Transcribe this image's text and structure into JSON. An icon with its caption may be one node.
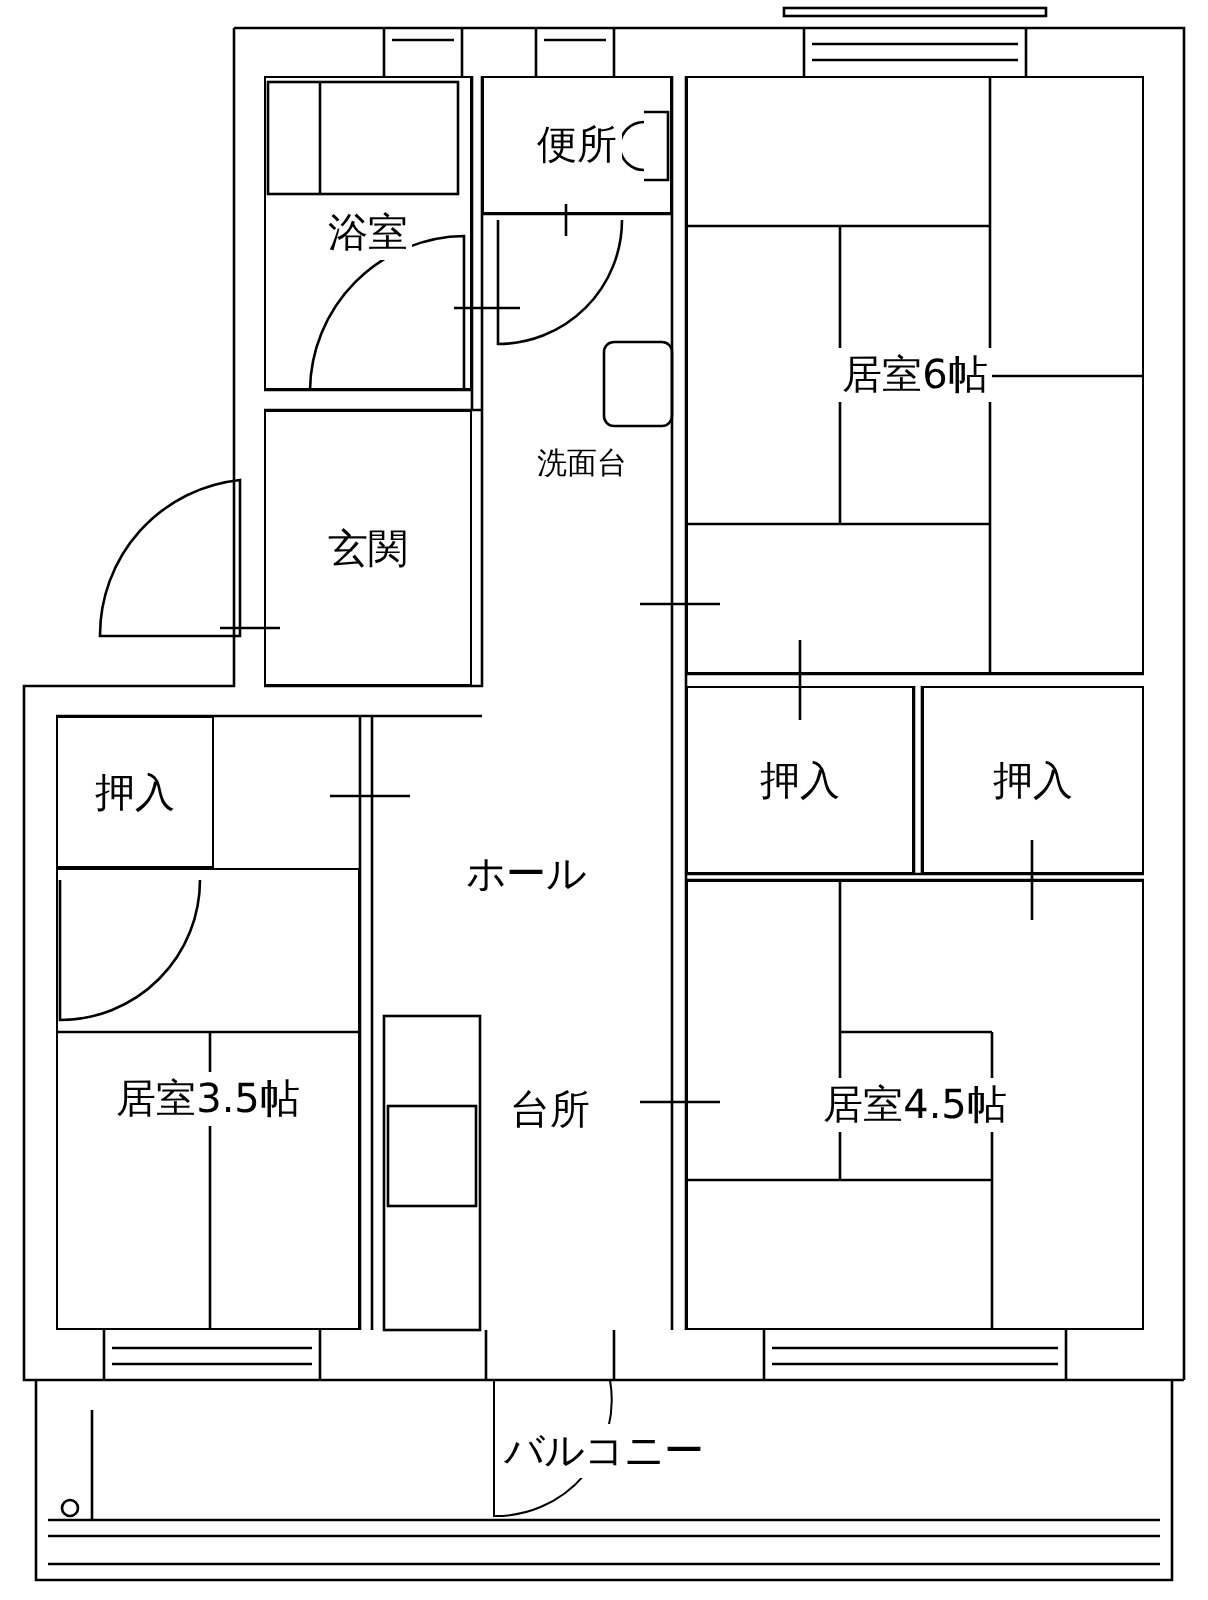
{
  "diagram": {
    "nodes": [
      {
        "text": [
          "浴室"
        ]
      },
      {
        "text": [
          "便所"
        ]
      },
      {
        "text": [
          "居室6帖"
        ]
      },
      {
        "text": [
          "玄関"
        ]
      },
      {
        "text": [
          "押入"
        ]
      },
      {
        "text": [
          "押入"
        ]
      },
      {
        "text": [
          "押入"
        ]
      },
      {
        "text": [
          "居室3.5帖"
        ]
      },
      {
        "text": [
          "居室4.5帖"
        ]
      },
      {
        "text": [
          "バルコニー"
        ]
      }
    ],
    "labels": [
      "洗面台",
      "ホール",
      "台所"
    ]
  }
}
